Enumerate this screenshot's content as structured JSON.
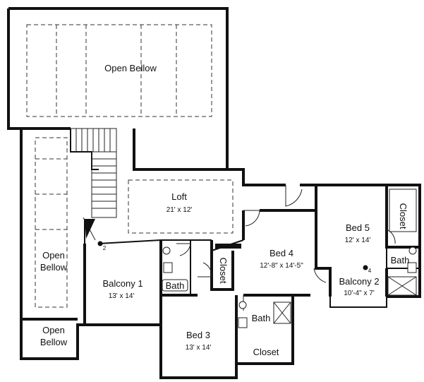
{
  "plan": {
    "rooms": {
      "open_bellow_top": {
        "name": "Open Bellow"
      },
      "open_bellow_left": {
        "name_line1": "Open",
        "name_line2": "Bellow"
      },
      "open_bellow_bottom": {
        "name_line1": "Open",
        "name_line2": "Bellow"
      },
      "loft": {
        "name": "Loft",
        "size": "21' x 12'"
      },
      "balcony_1": {
        "name": "Balcony 1",
        "size": "13' x 14'"
      },
      "bed_3": {
        "name": "Bed 3",
        "size": "13' x 14'"
      },
      "bed_4": {
        "name": "Bed 4",
        "size": "12'-8\" x 14'-5\""
      },
      "bed_5": {
        "name": "Bed 5",
        "size": "12' x 14'"
      },
      "balcony_2": {
        "name": "Balcony 2",
        "size": "10'-4\" x 7'"
      },
      "bath_left": {
        "name": "Bath"
      },
      "bath_center": {
        "name": "Bath"
      },
      "bath_right": {
        "name": "Bath"
      },
      "closet_left": {
        "name": "Closet"
      },
      "closet_center": {
        "name": "Closet"
      },
      "closet_right": {
        "name": "Closet"
      }
    },
    "markers": {
      "marker_2": "2",
      "marker_4": "4"
    }
  }
}
